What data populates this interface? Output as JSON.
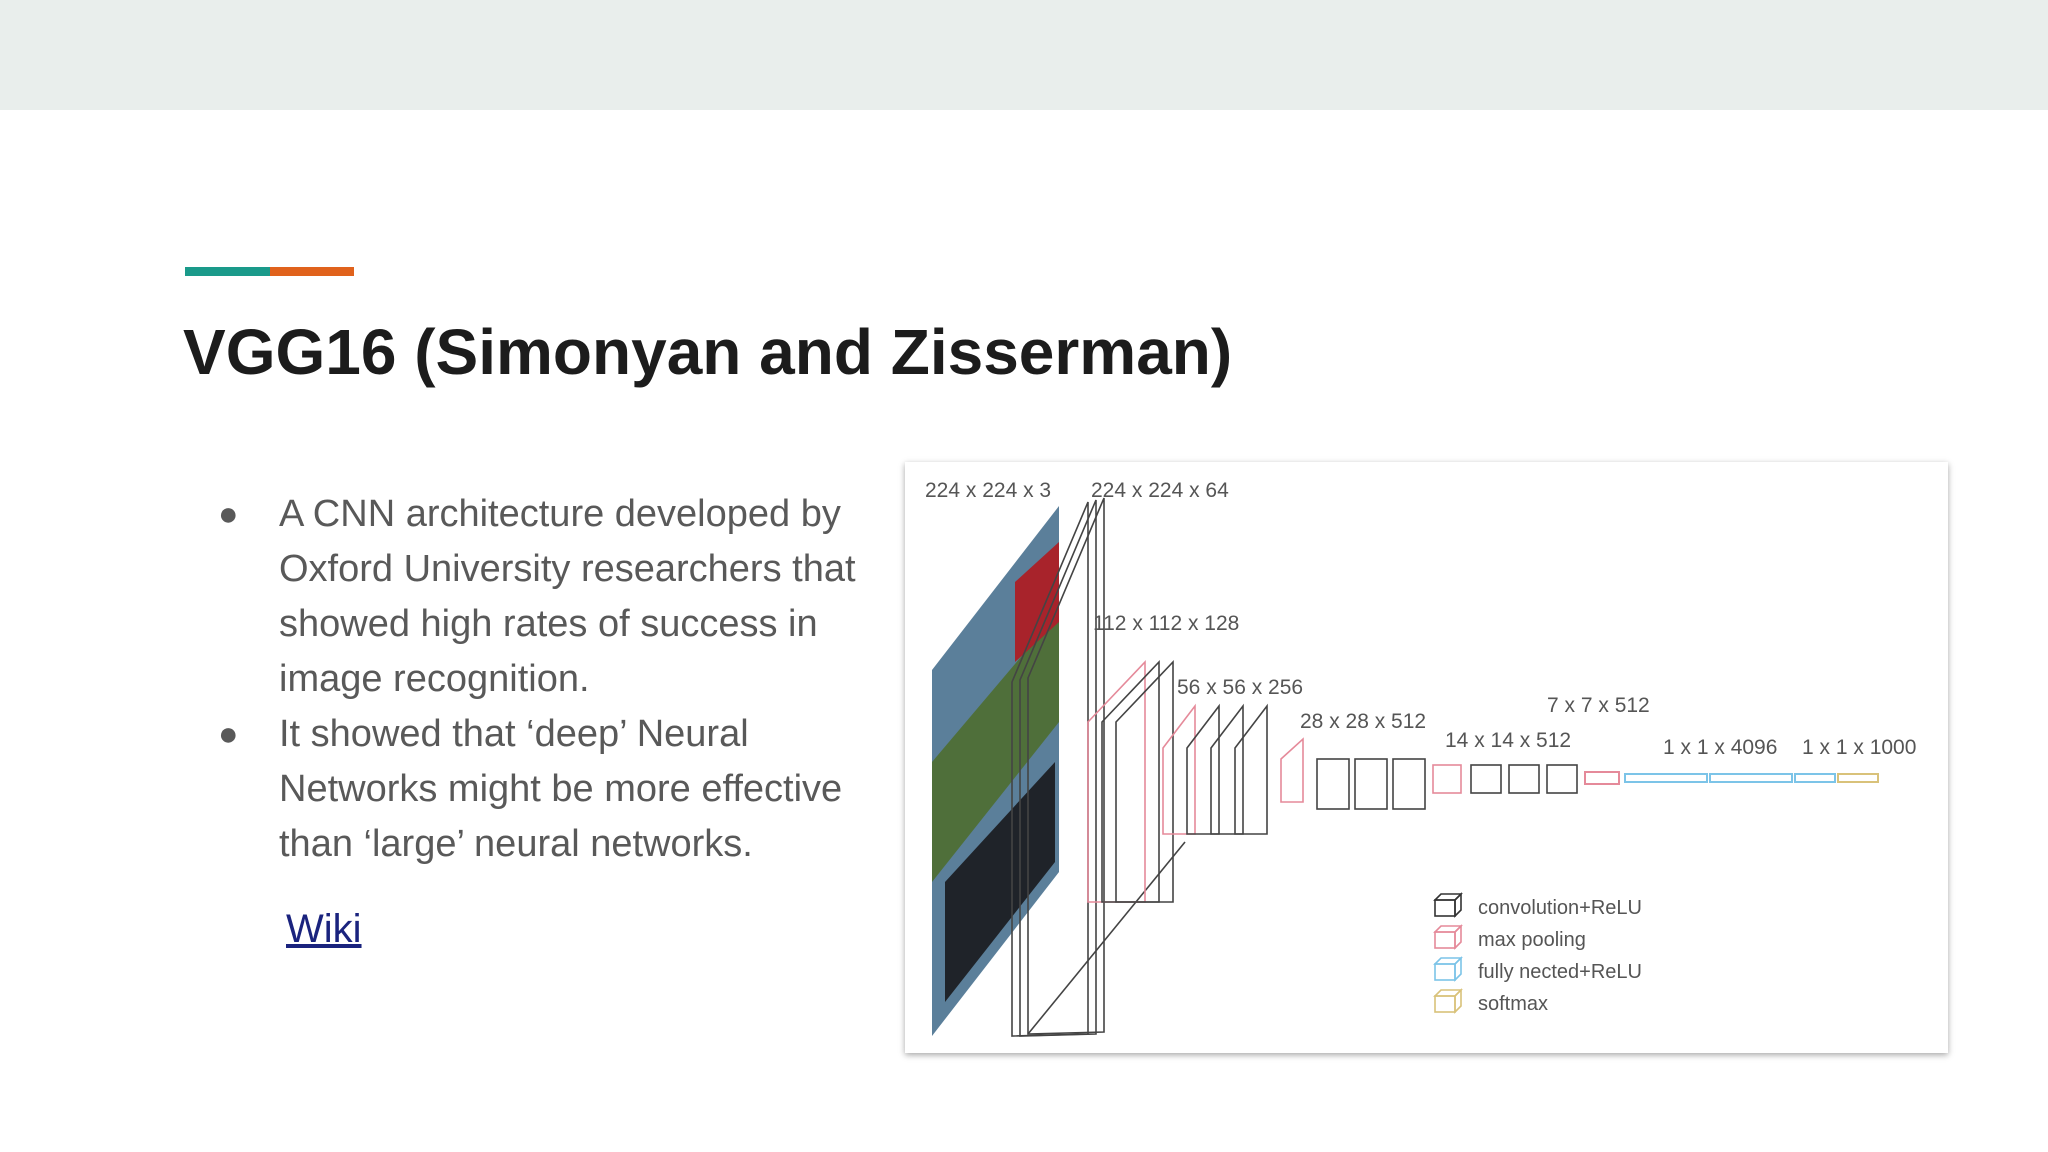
{
  "slide": {
    "title": "VGG16 (Simonyan and Zisserman)",
    "bullets": [
      "A CNN architecture developed by Oxford University researchers that showed high rates of success in image recognition.",
      "It showed that ‘deep’ Neural Networks might be more effective than ‘large’ neural networks."
    ],
    "link_label": "Wiki",
    "accent_colors": [
      "#1a9a8a",
      "#e0621c"
    ]
  },
  "figure": {
    "labels": {
      "input": "224 x 224 x 3",
      "conv1": "224 x 224 x 64",
      "conv2": "112 x 112 x 128",
      "conv3": "56 x 56 x 256",
      "conv4": "28 x 28 x 512",
      "conv5": "14 x 14 x 512",
      "pool5": "7 x 7 x 512",
      "fc": "1 x 1 x 4096",
      "softmax": "1 x 1 x 1000"
    },
    "legend": [
      {
        "label": "convolution+ReLU",
        "color": "#333333"
      },
      {
        "label": "max pooling",
        "color": "#e58a9a"
      },
      {
        "label": "fully nected+ReLU",
        "color": "#7cc4e8"
      },
      {
        "label": "softmax",
        "color": "#d9c27a"
      }
    ]
  }
}
